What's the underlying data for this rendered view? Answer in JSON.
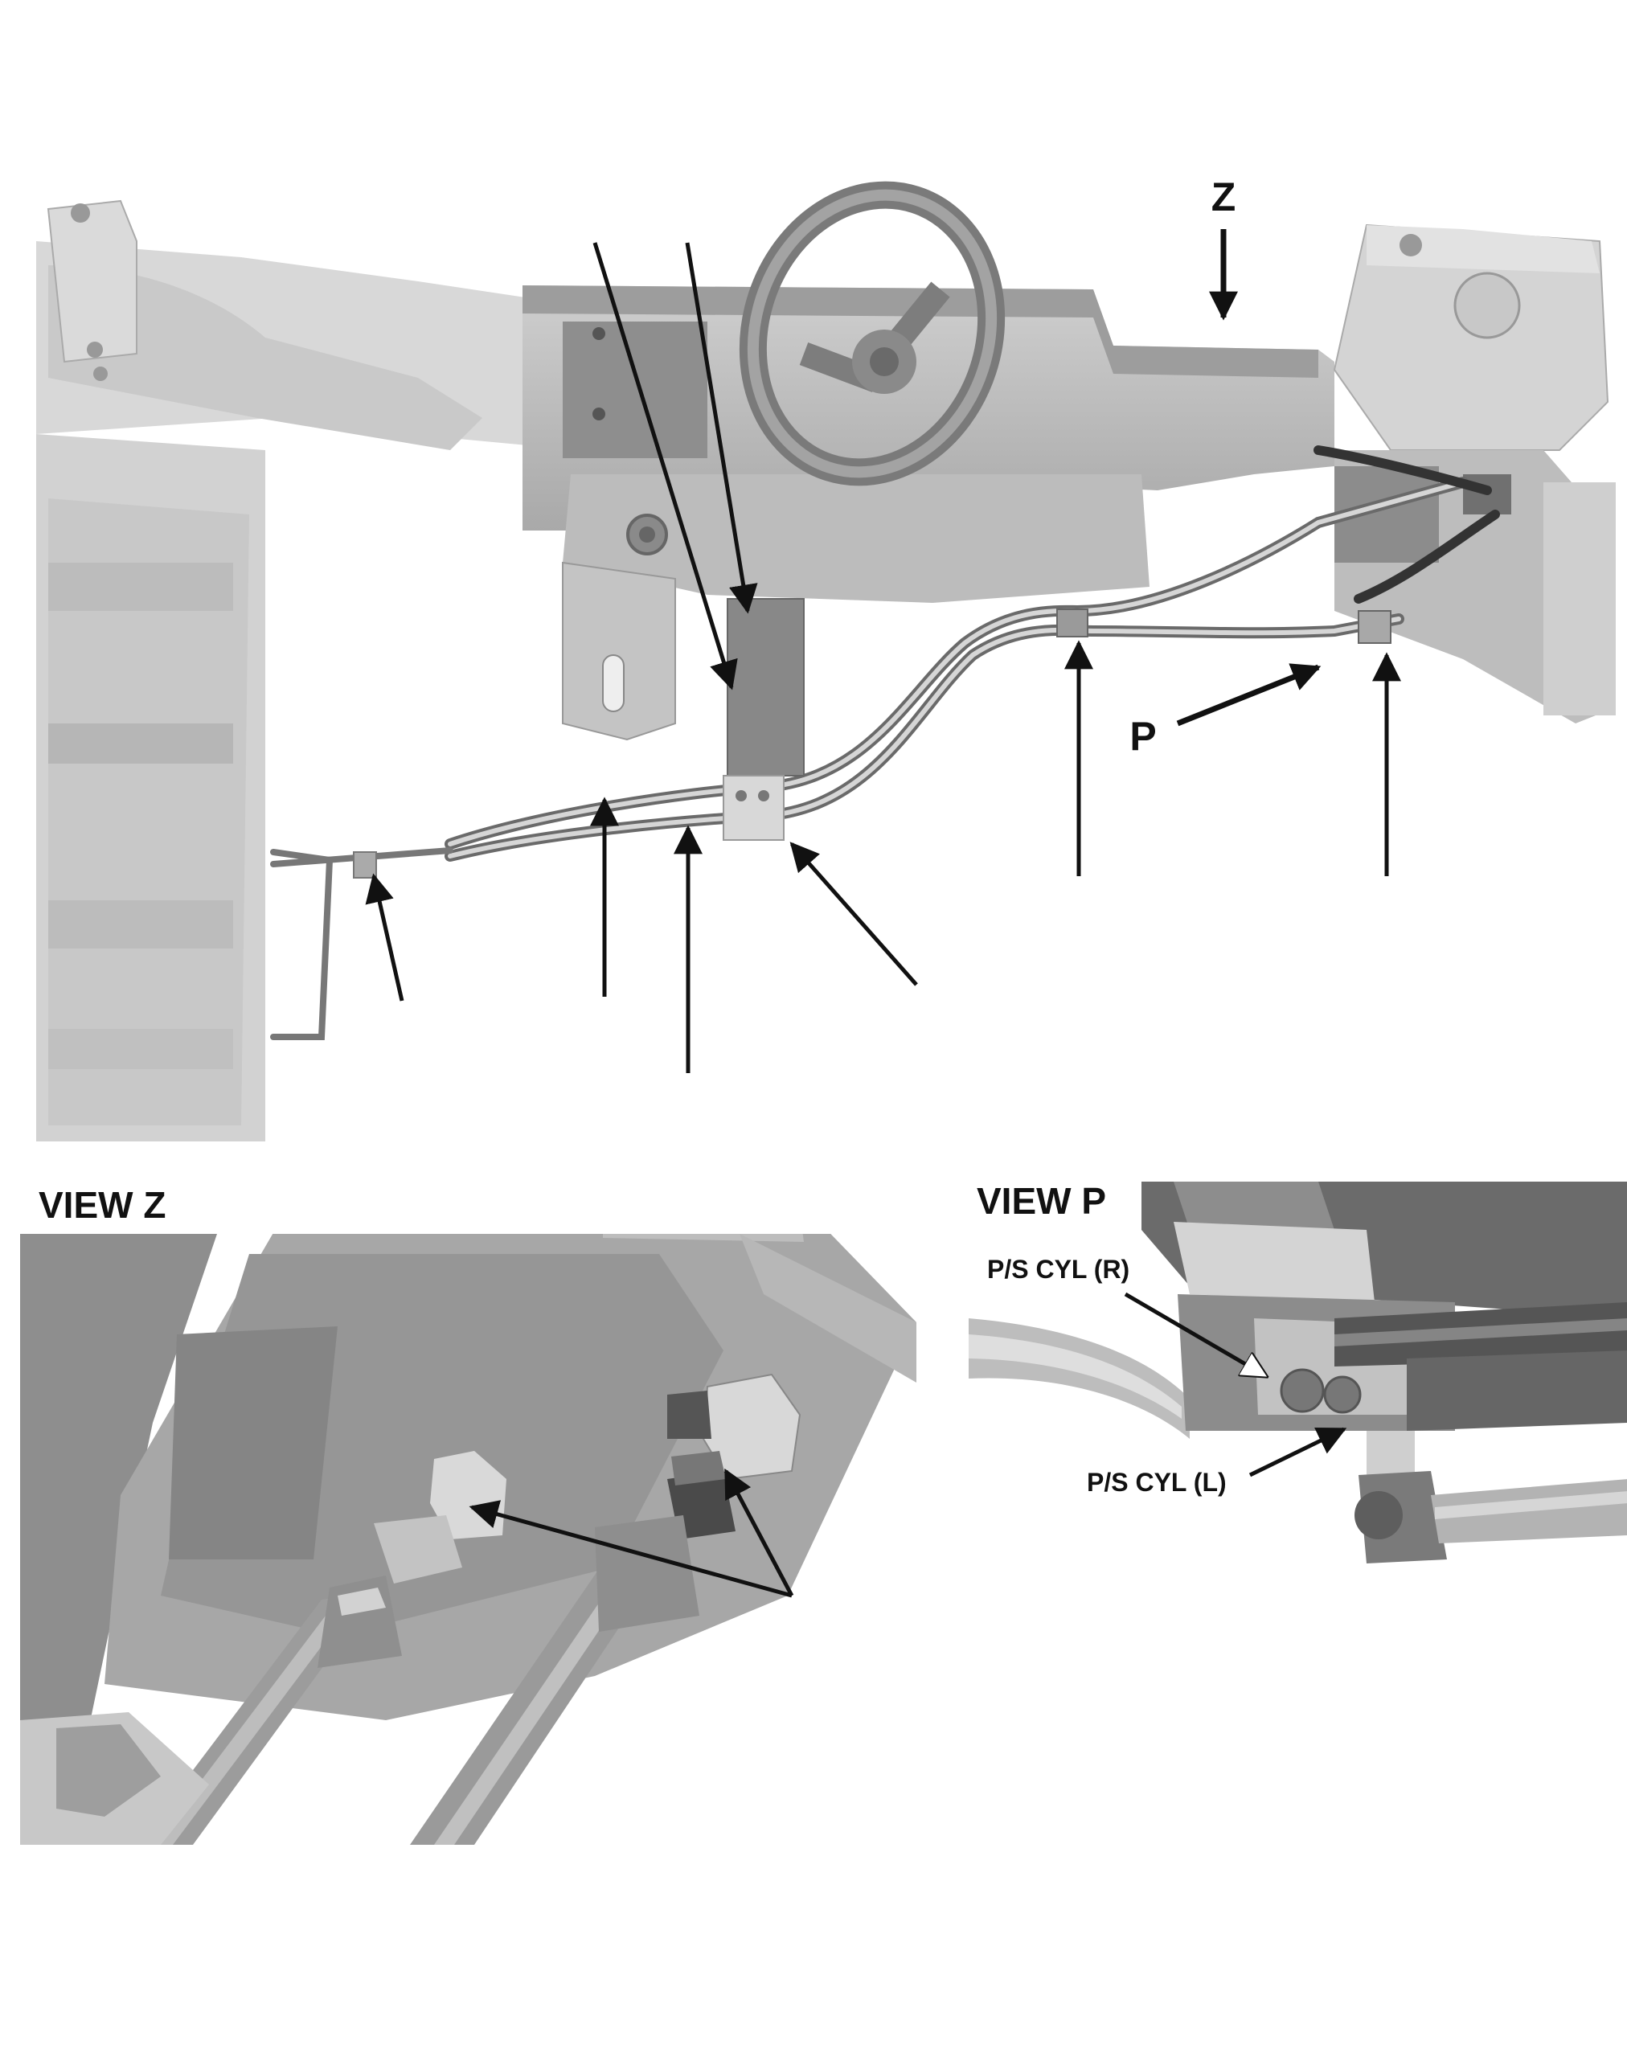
{
  "main_view": {
    "view_letter_z": "Z",
    "view_letter_p": "P"
  },
  "view_z": {
    "title": "VIEW Z"
  },
  "view_p": {
    "title": "VIEW P",
    "label_right": "P/S CYL (R)",
    "label_left": "P/S CYL (L)"
  },
  "colors": {
    "background": "#ffffff",
    "frame_light": "#d8d8d8",
    "frame_mid": "#b8b8b8",
    "frame_dark": "#8e8e8e",
    "line": "#111111"
  }
}
